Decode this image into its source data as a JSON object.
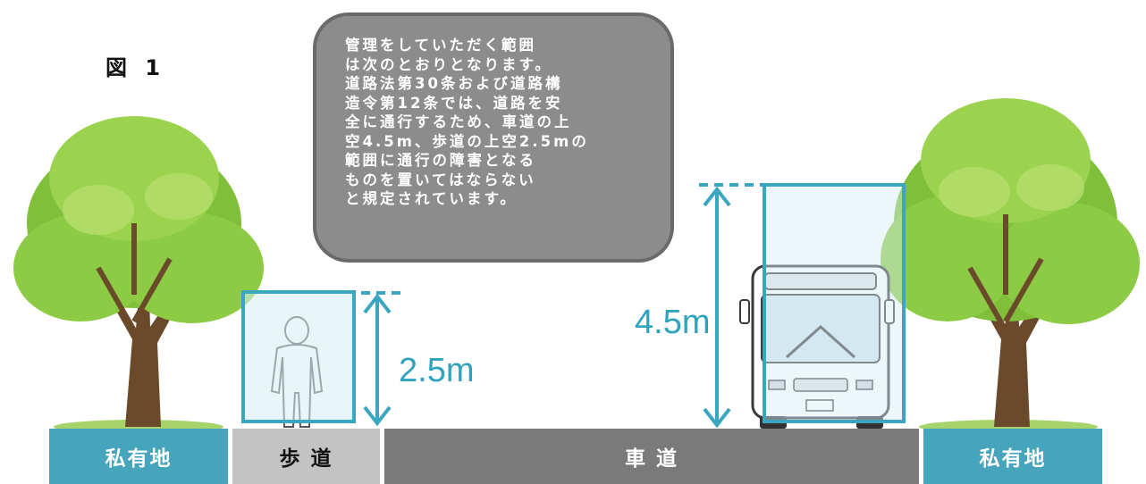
{
  "figure_label": "図 1",
  "callout_text": "管理をしていただく範囲\nは次のとおりとなります。\n道路法第30条および道路構\n造令第12条では、道路を安\n全に通行するため、車道の上\n空4.5m、歩道の上空2.5mの\n範囲に通行の障害となる\nものを置いてはならない\nと規定されています。",
  "dimensions": {
    "sidewalk_clearance": "2.5m",
    "roadway_clearance": "4.5m"
  },
  "ground_strips": {
    "private_left": "私有地",
    "sidewalk": "歩 道",
    "roadway": "車 道",
    "private_right": "私有地"
  },
  "colors": {
    "accent": "#47a4bd",
    "clearance_line": "#2fa3bd",
    "callout_fill": "#8c8c8c",
    "sidewalk": "#c3c3c3",
    "roadway": "#7a7a7a"
  }
}
